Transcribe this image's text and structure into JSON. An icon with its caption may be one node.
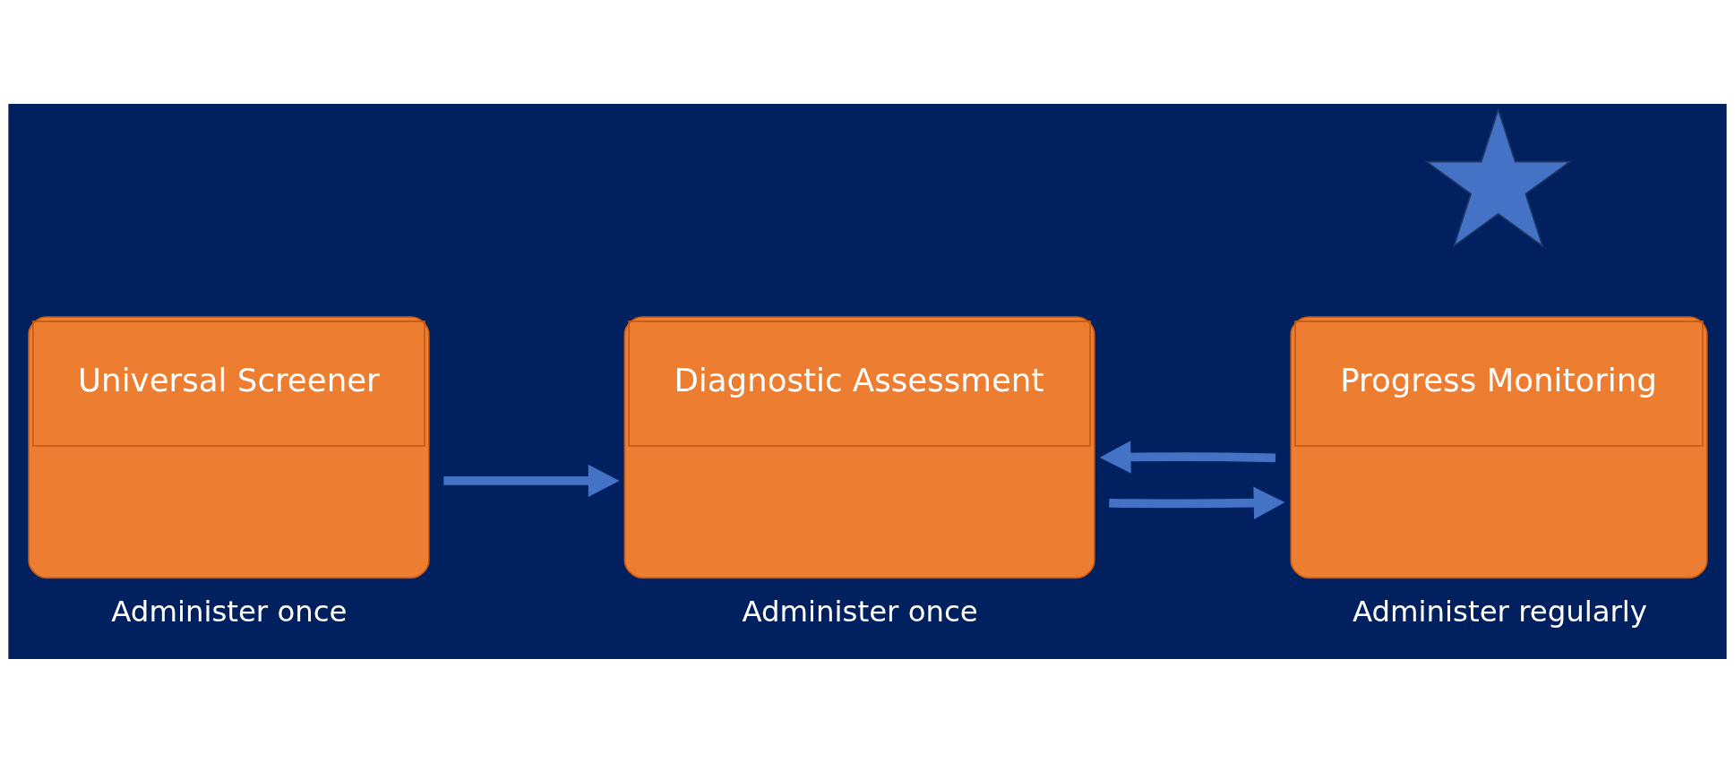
{
  "diagram": {
    "nodes": [
      {
        "text": [
          "Universal Screener"
        ],
        "beside": [
          "Administer once"
        ]
      },
      {
        "text": [
          "Diagnostic Assessment"
        ],
        "beside": [
          "Administer once"
        ]
      },
      {
        "text": [
          "Progress Monitoring"
        ],
        "beside": [
          "Administer regularly"
        ]
      },
      {
        "text": [],
        "shape": "star"
      }
    ],
    "edges": [
      {
        "from": 0,
        "to": 1,
        "arrow": "to"
      },
      {
        "from": 1,
        "to": 2,
        "arrow": "to"
      },
      {
        "from": 2,
        "to": 1,
        "arrow": "to"
      }
    ]
  }
}
